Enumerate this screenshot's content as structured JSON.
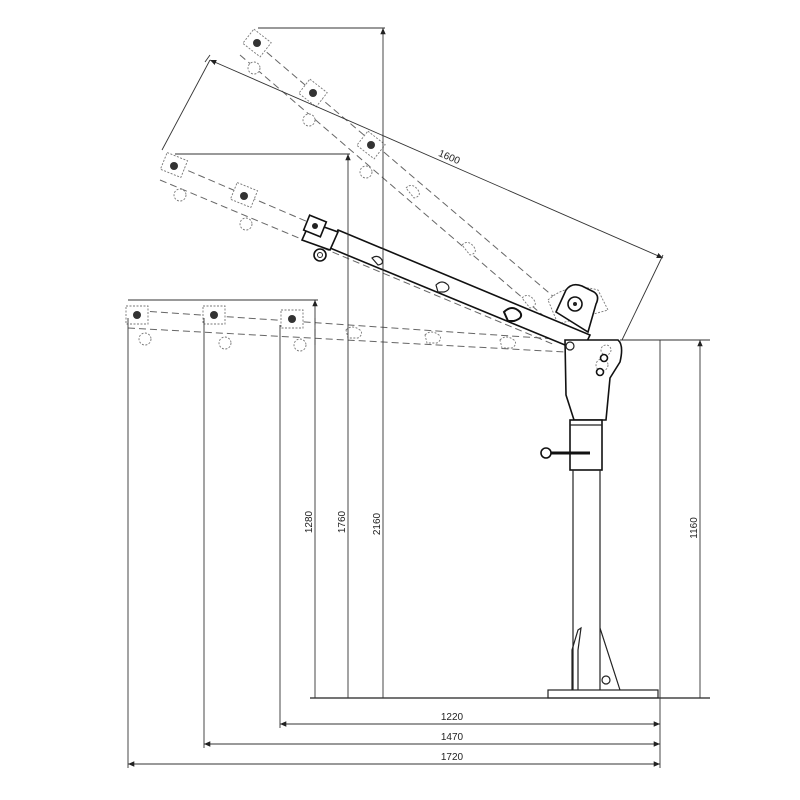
{
  "drawing": {
    "type": "technical-dimension-drawing",
    "subject": "swivel crane with telescopic boom",
    "units": "mm",
    "line_color": "#222222",
    "background": "#ffffff"
  },
  "dimensions": {
    "vertical": [
      {
        "id": "height_boom_horizontal",
        "label": "1280"
      },
      {
        "id": "height_boom_mid",
        "label": "1760"
      },
      {
        "id": "height_boom_max",
        "label": "2160"
      },
      {
        "id": "pivot_height",
        "label": "1160"
      }
    ],
    "horizontal": [
      {
        "id": "reach_min",
        "label": "1220"
      },
      {
        "id": "reach_mid",
        "label": "1470"
      },
      {
        "id": "reach_max",
        "label": "1720"
      }
    ],
    "inclined": [
      {
        "id": "boom_length",
        "label": "1600"
      }
    ]
  },
  "boom_positions": [
    {
      "name": "horizontal",
      "style": "dashed",
      "extensions": 3
    },
    {
      "name": "raised-mid",
      "style": "dashed",
      "extensions": 3
    },
    {
      "name": "raised-max",
      "style": "dashed",
      "extensions": 3
    },
    {
      "name": "working",
      "style": "solid",
      "extensions": 1
    }
  ]
}
